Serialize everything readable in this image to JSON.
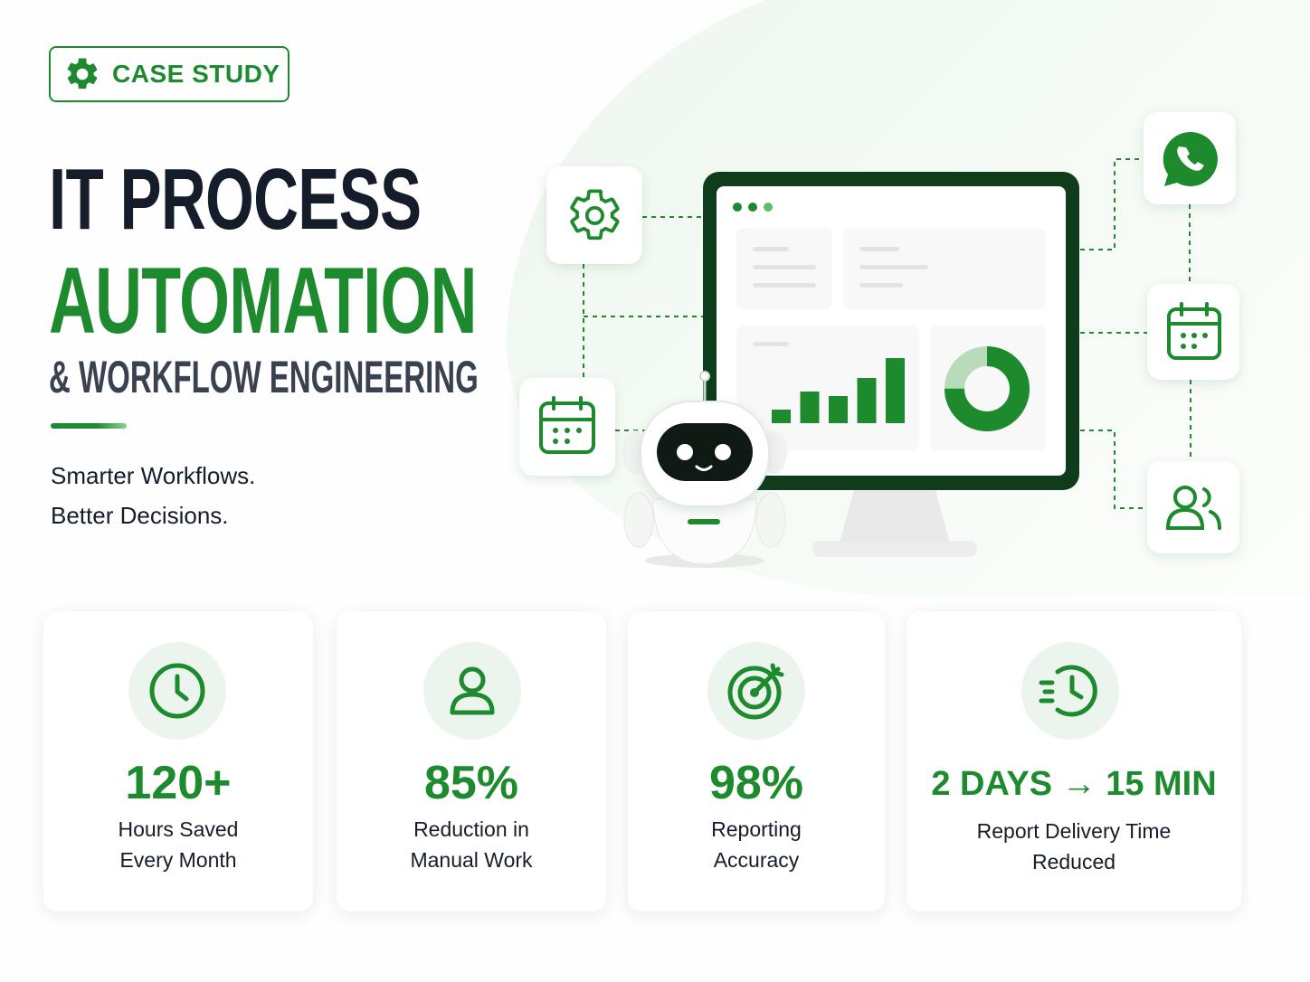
{
  "badge": {
    "label": "CASE STUDY",
    "icon": "gear-icon"
  },
  "hero": {
    "title_line1": "IT PROCESS",
    "title_line2": "AUTOMATION",
    "title_line3": "& WORKFLOW ENGINEERING",
    "tagline_line1": "Smarter Workflows.",
    "tagline_line2": "Better Decisions."
  },
  "illustration": {
    "nodes": [
      "gear-icon",
      "calendar-icon",
      "whatsapp-icon",
      "calendar-icon",
      "users-icon"
    ],
    "dashboard_bars": [
      0.15,
      0.35,
      0.3,
      0.5,
      0.72
    ],
    "donut_fraction": 0.75
  },
  "stats": [
    {
      "icon": "clock-icon",
      "value": "120+",
      "label_line1": "Hours Saved",
      "label_line2": "Every Month"
    },
    {
      "icon": "user-icon",
      "value": "85%",
      "label_line1": "Reduction in",
      "label_line2": "Manual Work"
    },
    {
      "icon": "target-icon",
      "value": "98%",
      "label_line1": "Reporting",
      "label_line2": "Accuracy"
    },
    {
      "icon": "fast-clock-icon",
      "value": "2 DAYS → 15 MIN",
      "label_line1": "Report Delivery Time",
      "label_line2": "Reduced"
    }
  ],
  "colors": {
    "primary": "#1e8a2e",
    "dark": "#151d2b",
    "monitor": "#0f3d1c",
    "soft": "#ecf5ed"
  }
}
